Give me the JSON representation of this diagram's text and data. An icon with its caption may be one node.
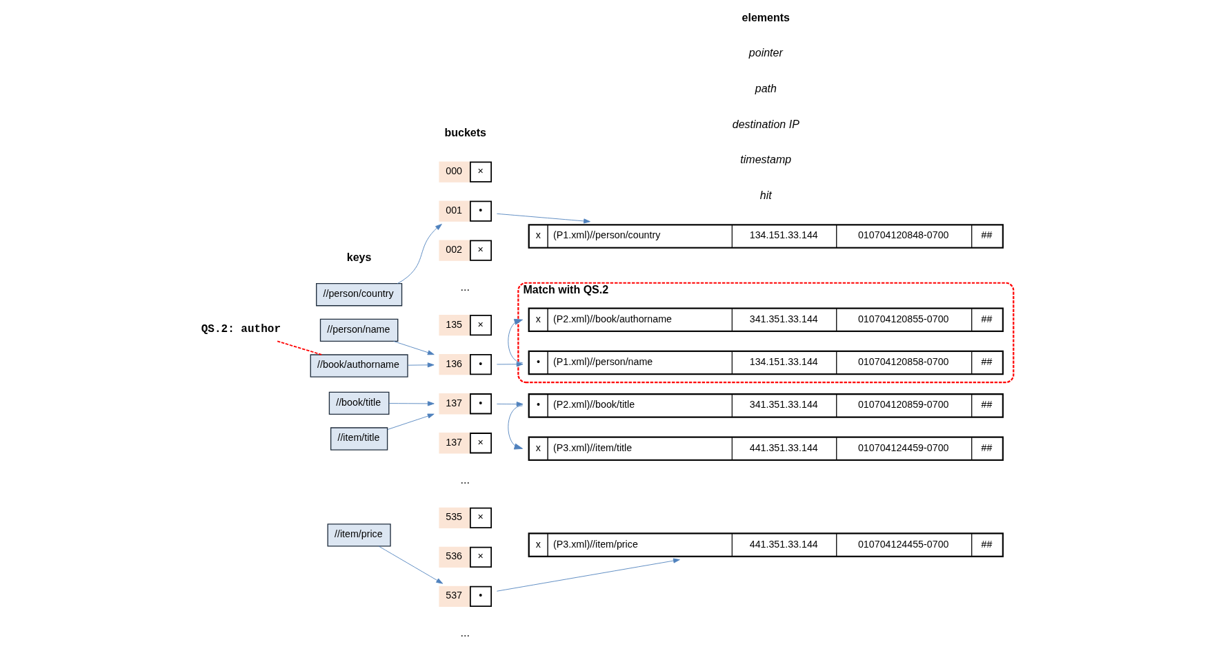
{
  "diagram": {
    "nodes": [
      {
        "text": [
          "QS.2: author"
        ]
      },
      {
        "text": [
          "//person/country"
        ]
      },
      {
        "text": [
          "//person/name"
        ]
      },
      {
        "text": [
          "//book/authorname"
        ]
      },
      {
        "text": [
          "//book/title"
        ]
      },
      {
        "text": [
          "//item/title"
        ]
      },
      {
        "text": [
          "//item/price"
        ]
      },
      {
        "text": [
          "000",
          "×"
        ]
      },
      {
        "text": [
          "001",
          "•"
        ]
      },
      {
        "text": [
          "002",
          "×"
        ]
      },
      {
        "text": [
          "135",
          "×"
        ]
      },
      {
        "text": [
          "136",
          "•"
        ]
      },
      {
        "text": [
          "137",
          "•"
        ]
      },
      {
        "text": [
          "137",
          "×"
        ]
      },
      {
        "text": [
          "535",
          "×"
        ]
      },
      {
        "text": [
          "536",
          "×"
        ]
      },
      {
        "text": [
          "537",
          "•"
        ]
      },
      {
        "text": [
          "x",
          "(P1.xml)//person/country",
          "134.151.33.144",
          "010704120848-0700",
          "##"
        ]
      },
      {
        "text": [
          "Match with QS.2"
        ]
      },
      {
        "text": [
          "•",
          "(P1.xml)//person/name",
          "134.151.33.144",
          "010704120858-0700",
          "##"
        ],
        "in": 18
      },
      {
        "text": [
          "x",
          "(P2.xml)//book/authorname",
          "341.351.33.144",
          "010704120855-0700",
          "##"
        ],
        "in": 18
      },
      {
        "text": [
          "•",
          "(P2.xml)//book/title",
          "341.351.33.144",
          "010704120859-0700",
          "##"
        ]
      },
      {
        "text": [
          "x",
          "(P3.xml)//item/title",
          "441.351.33.144",
          "010704124459-0700",
          "##"
        ]
      },
      {
        "text": [
          "x",
          "(P3.xml)//item/price",
          "441.351.33.144",
          "010704124455-0700",
          "##"
        ]
      }
    ],
    "edges": [
      {
        "from": 0,
        "to": 3,
        "arrow": "none",
        "style": "dashed",
        "color": "#ff0000"
      },
      {
        "from": 1,
        "to": 8,
        "arrow": "to"
      },
      {
        "from": 2,
        "to": 11,
        "arrow": "to"
      },
      {
        "from": 3,
        "to": 11,
        "arrow": "to"
      },
      {
        "from": 4,
        "to": 12,
        "arrow": "to"
      },
      {
        "from": 5,
        "to": 12,
        "arrow": "to"
      },
      {
        "from": 6,
        "to": 16,
        "arrow": "to"
      },
      {
        "from": 8,
        "to": 17,
        "arrow": "to"
      },
      {
        "from": 11,
        "to": 19,
        "arrow": "to"
      },
      {
        "from": 12,
        "to": 21,
        "arrow": "to"
      },
      {
        "from": 19,
        "to": 20,
        "arrow": "to"
      },
      {
        "from": 21,
        "to": 22,
        "arrow": "to"
      },
      {
        "from": 16,
        "to": 23,
        "arrow": "to"
      }
    ],
    "labels": [
      "keys",
      "buckets",
      "elements",
      "pointer",
      "path",
      "destination IP",
      "timestamp",
      "hit",
      "...",
      "...",
      "..."
    ]
  }
}
